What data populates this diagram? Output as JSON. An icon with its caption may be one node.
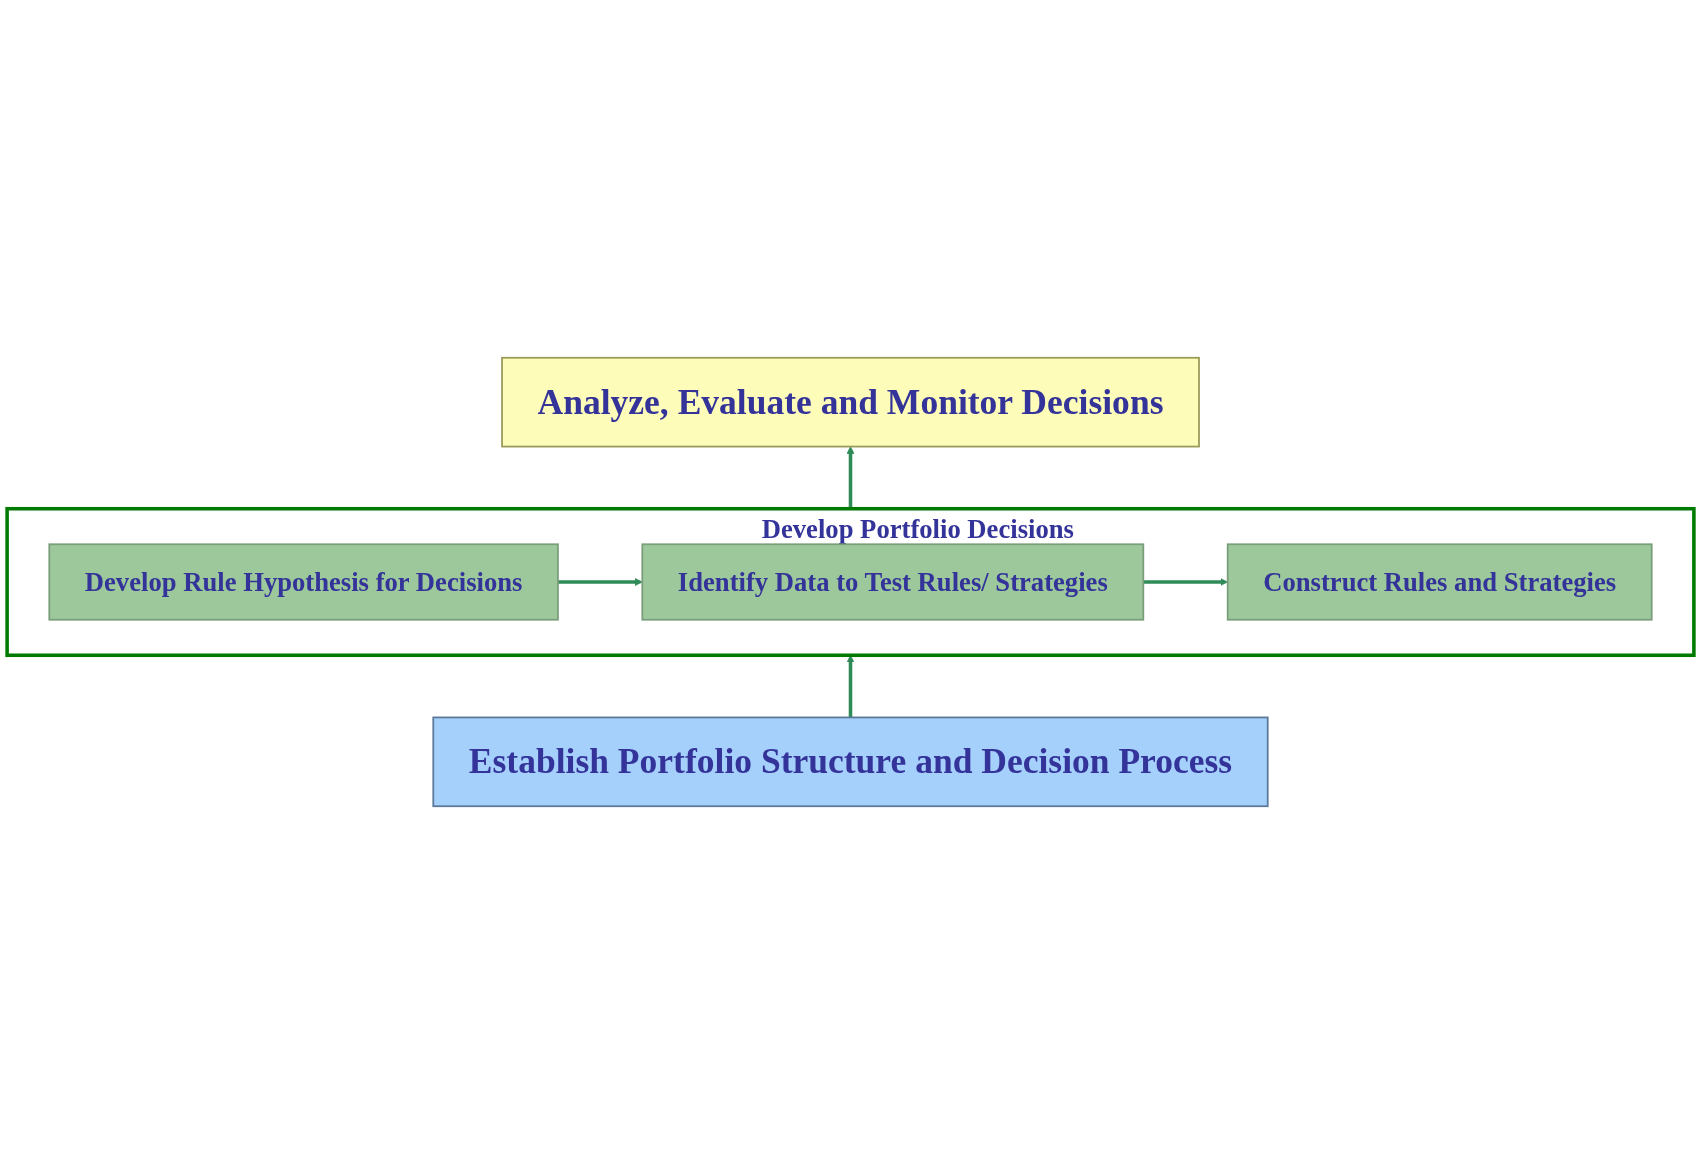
{
  "diagram": {
    "nodes": [
      {
        "text": [
          "Analyze, Evaluate and Monitor Decisions"
        ]
      },
      {
        "text": [
          "Develop Portfolio Decisions"
        ]
      },
      {
        "text": [
          "Develop Rule Hypothesis for Decisions"
        ],
        "in": 1
      },
      {
        "text": [
          "Identify Data to Test Rules/ Strategies"
        ],
        "in": 1
      },
      {
        "text": [
          "Construct Rules and Strategies"
        ],
        "in": 1
      },
      {
        "text": [
          "Establish Portfolio Structure and Decision Process"
        ]
      }
    ],
    "edges": [
      {
        "from": 2,
        "to": 3,
        "arrow": "to"
      },
      {
        "from": 3,
        "to": 4,
        "arrow": "to"
      },
      {
        "from": 1,
        "to": 0,
        "arrow": "to"
      },
      {
        "from": 5,
        "to": 1,
        "arrow": "to"
      }
    ]
  }
}
